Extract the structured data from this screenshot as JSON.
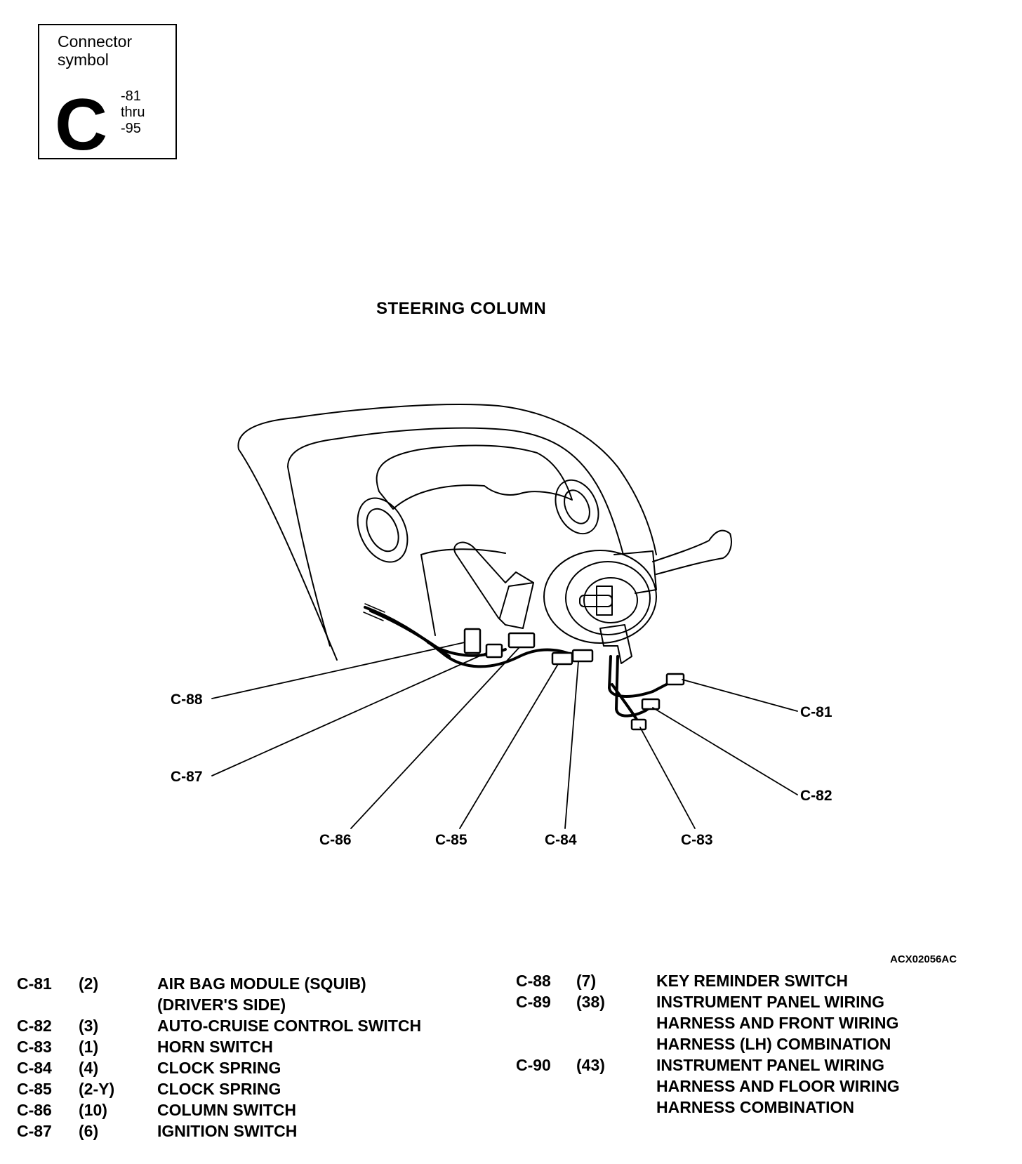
{
  "symbol": {
    "title": "Connector symbol",
    "letter": "C",
    "range": [
      "-81",
      "thru",
      "-95"
    ]
  },
  "title": "STEERING COLUMN",
  "callouts": [
    "C-88",
    "C-87",
    "C-86",
    "C-85",
    "C-84",
    "C-83",
    "C-82",
    "C-81"
  ],
  "part_number": "ACX02056AC",
  "legend_left": [
    {
      "id": "C-81",
      "pins": "(2)",
      "desc": [
        "AIR BAG MODULE (SQUIB)",
        "(DRIVER'S SIDE)"
      ]
    },
    {
      "id": "C-82",
      "pins": "(3)",
      "desc": [
        "AUTO-CRUISE CONTROL SWITCH"
      ]
    },
    {
      "id": "C-83",
      "pins": "(1)",
      "desc": [
        "HORN SWITCH"
      ]
    },
    {
      "id": "C-84",
      "pins": "(4)",
      "desc": [
        "CLOCK SPRING"
      ]
    },
    {
      "id": "C-85",
      "pins": "(2-Y)",
      "desc": [
        "CLOCK SPRING"
      ]
    },
    {
      "id": "C-86",
      "pins": "(10)",
      "desc": [
        "COLUMN SWITCH"
      ]
    },
    {
      "id": "C-87",
      "pins": "(6)",
      "desc": [
        "IGNITION SWITCH"
      ]
    }
  ],
  "legend_right": [
    {
      "id": "C-88",
      "pins": "(7)",
      "desc": [
        "KEY REMINDER SWITCH"
      ]
    },
    {
      "id": "C-89",
      "pins": "(38)",
      "desc": [
        "INSTRUMENT PANEL WIRING",
        "HARNESS AND FRONT WIRING",
        "HARNESS (LH) COMBINATION"
      ]
    },
    {
      "id": "C-90",
      "pins": "(43)",
      "desc": [
        "INSTRUMENT PANEL WIRING",
        "HARNESS AND FLOOR WIRING",
        "HARNESS COMBINATION"
      ]
    }
  ]
}
